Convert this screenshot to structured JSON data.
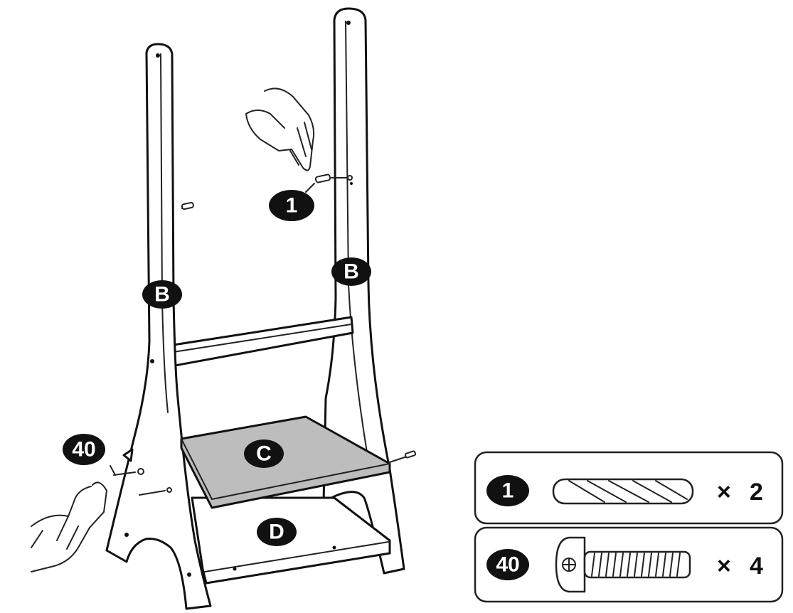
{
  "labels": {
    "panel_left": "B",
    "panel_right": "B",
    "shelf_top": "C",
    "shelf_bottom": "D",
    "callout_dowel": "1",
    "callout_screw": "40"
  },
  "parts_list": [
    {
      "id": "1",
      "part": "dowel",
      "qty_sign": "×",
      "qty": "2"
    },
    {
      "id": "40",
      "part": "screw",
      "qty_sign": "×",
      "qty": "4"
    }
  ]
}
